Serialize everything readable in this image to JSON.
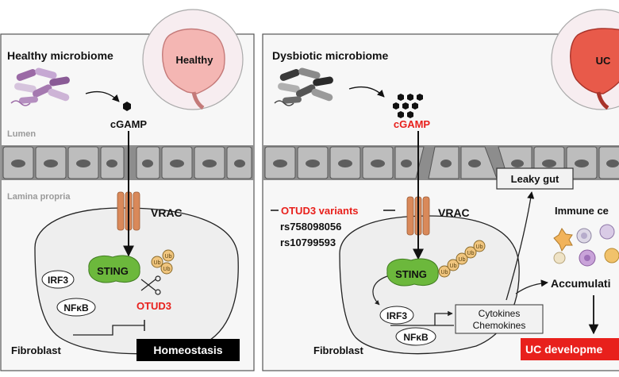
{
  "left_panel": {
    "title": "Healthy microbiome",
    "intestine_label": "Healthy",
    "molecule": "cGAMP",
    "lumen_label": "Lumen",
    "lamina_label": "Lamina propria",
    "channel_label": "VRAC",
    "sting_label": "STING",
    "irf3_label": "IRF3",
    "nfkb_label": "NFκB",
    "enzyme_label": "OTUD3",
    "cell_label": "Fibroblast",
    "outcome_label": "Homeostasis"
  },
  "right_panel": {
    "title": "Dysbiotic microbiome",
    "intestine_label": "UC",
    "molecule": "cGAMP",
    "leaky_label": "Leaky gut",
    "variants_label": "OTUD3 variants",
    "variant_1": "rs758098056",
    "variant_2": "rs10799593",
    "channel_label": "VRAC",
    "sting_label": "STING",
    "irf3_label": "IRF3",
    "nfkb_label": "NFκB",
    "cytokines_label": "Cytokines",
    "chemokines_label": "Chemokines",
    "immune_label": "Immune ce",
    "accumulation_label": "Accumulati",
    "cell_label": "Fibroblast",
    "outcome_label": "UC developme"
  },
  "ub_label": "Ub",
  "colors": {
    "highlight_red": "#e8201c",
    "sting_green": "#6cb83c",
    "channel_orange": "#d9895a",
    "epithelium_gray": "#8c8c8c",
    "cell_gray": "#efefef"
  }
}
